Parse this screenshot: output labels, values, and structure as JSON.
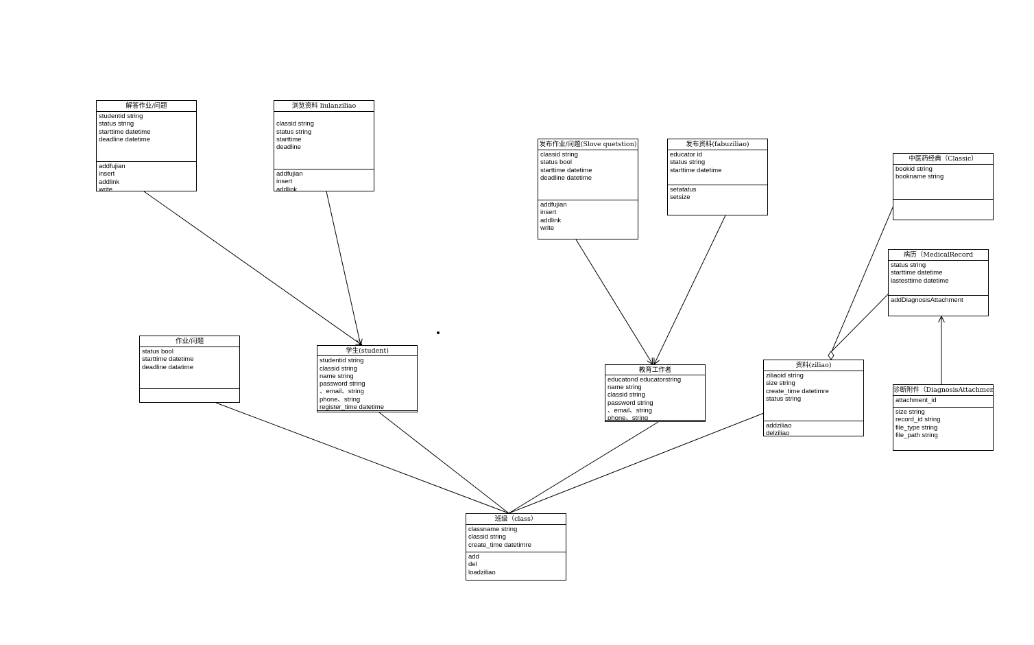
{
  "classes": {
    "answer": {
      "title": "解答作业/问题",
      "attributes": [
        "studentid string",
        "status string",
        "starttime datetime",
        "deadline  datetime"
      ],
      "operations": [
        "addfujian",
        "insert",
        "addlink",
        "write"
      ]
    },
    "browse": {
      "title": "浏览资料 liulanziliao",
      "attributes": [
        "",
        "classid  string",
        "status string",
        "starttime",
        "deadline"
      ],
      "operations": [
        "addfujian",
        "insert",
        "addlink"
      ]
    },
    "publish_homework": {
      "title": "发布作业/问题(Slove quetstion)",
      "attributes": [
        "classid  string",
        "status bool",
        "starttime datetime",
        "deadline datetime"
      ],
      "operations": [
        "addfujian",
        "insert",
        "addlink",
        "write"
      ]
    },
    "publish_material": {
      "title": "发布资料(fabuziliao)",
      "attributes": [
        "educator id",
        "status  string",
        "starttime datetime"
      ],
      "operations": [
        "setatatus",
        "setsize"
      ]
    },
    "classic": {
      "title": "中医药经典（Classic）",
      "attributes": [
        "bookid  string",
        "bookname  string"
      ],
      "operations": []
    },
    "medical_record": {
      "title": "病历（MedicalRecord",
      "attributes": [
        "status   string",
        "starttime  datetime",
        "lastesttime  datetime"
      ],
      "operations": [
        "addDiagnosisAttachment"
      ]
    },
    "homework": {
      "title": "作业/问题",
      "attributes": [
        "status  bool",
        "starttime datetime",
        "deadline  datatime"
      ],
      "operations": []
    },
    "student": {
      "title": "学生(student)",
      "attributes": [
        "studentid string",
        "classid string",
        "name string",
        "password string",
        "、email、string",
        "phone、string",
        "register_time datetime"
      ],
      "operations": []
    },
    "educator": {
      "title": "教育工作者",
      "attributes": [
        "educatorid  educatorstring",
        "name string",
        "classid string",
        "password string",
        "、email、string",
        "phone、string"
      ],
      "operations": []
    },
    "material": {
      "title": "资料(ziliao)",
      "attributes": [
        "ziliaoid  string",
        "size  string",
        "create_time datetimre",
        "status string"
      ],
      "operations": [
        "addziliao",
        "delziliao"
      ]
    },
    "diagnosis": {
      "title": "诊断附件（DiagnosisAttachment）",
      "attributes": [
        "attachment_id"
      ],
      "operations": [
        "size  string",
        "record_id string",
        "file_type  string",
        "file_path  string"
      ]
    },
    "class": {
      "title": "班级（class）",
      "attributes": [
        "classname string",
        "classid string",
        "create_time datetimre"
      ],
      "operations": [
        "add",
        "del",
        "loadziliao"
      ]
    }
  },
  "colors": {
    "line": "#000000",
    "fill": "#ffffff"
  }
}
